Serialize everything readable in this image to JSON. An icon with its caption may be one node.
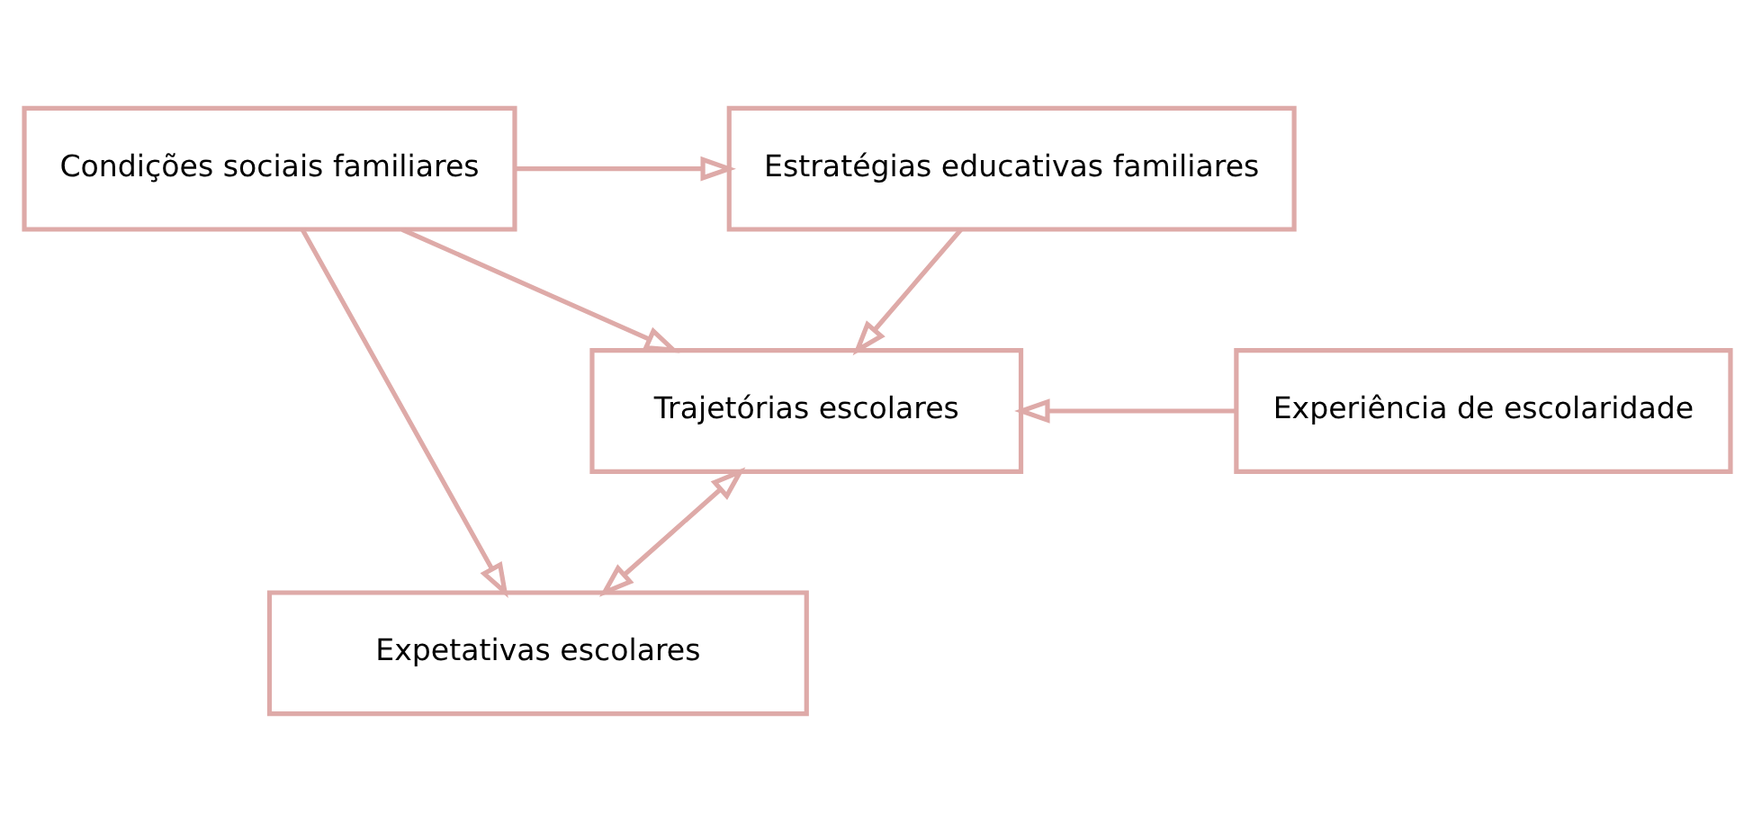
{
  "diagram": {
    "nodes": [
      {
        "text": [
          "Condições sociais familiares"
        ]
      },
      {
        "text": [
          "Estratégias educativas familiares"
        ]
      },
      {
        "text": [
          "Trajetórias escolares"
        ]
      },
      {
        "text": [
          "Experiência de escolaridade"
        ]
      },
      {
        "text": [
          "Expetativas escolares"
        ]
      }
    ],
    "edges": [
      {
        "from": 0,
        "to": 1,
        "arrow": "to"
      },
      {
        "from": 0,
        "to": 2,
        "arrow": "to"
      },
      {
        "from": 1,
        "to": 2,
        "arrow": "to"
      },
      {
        "from": 3,
        "to": 2,
        "arrow": "to"
      },
      {
        "from": 2,
        "to": 4,
        "arrow": "both"
      },
      {
        "from": 0,
        "to": 4,
        "arrow": "to"
      }
    ]
  }
}
